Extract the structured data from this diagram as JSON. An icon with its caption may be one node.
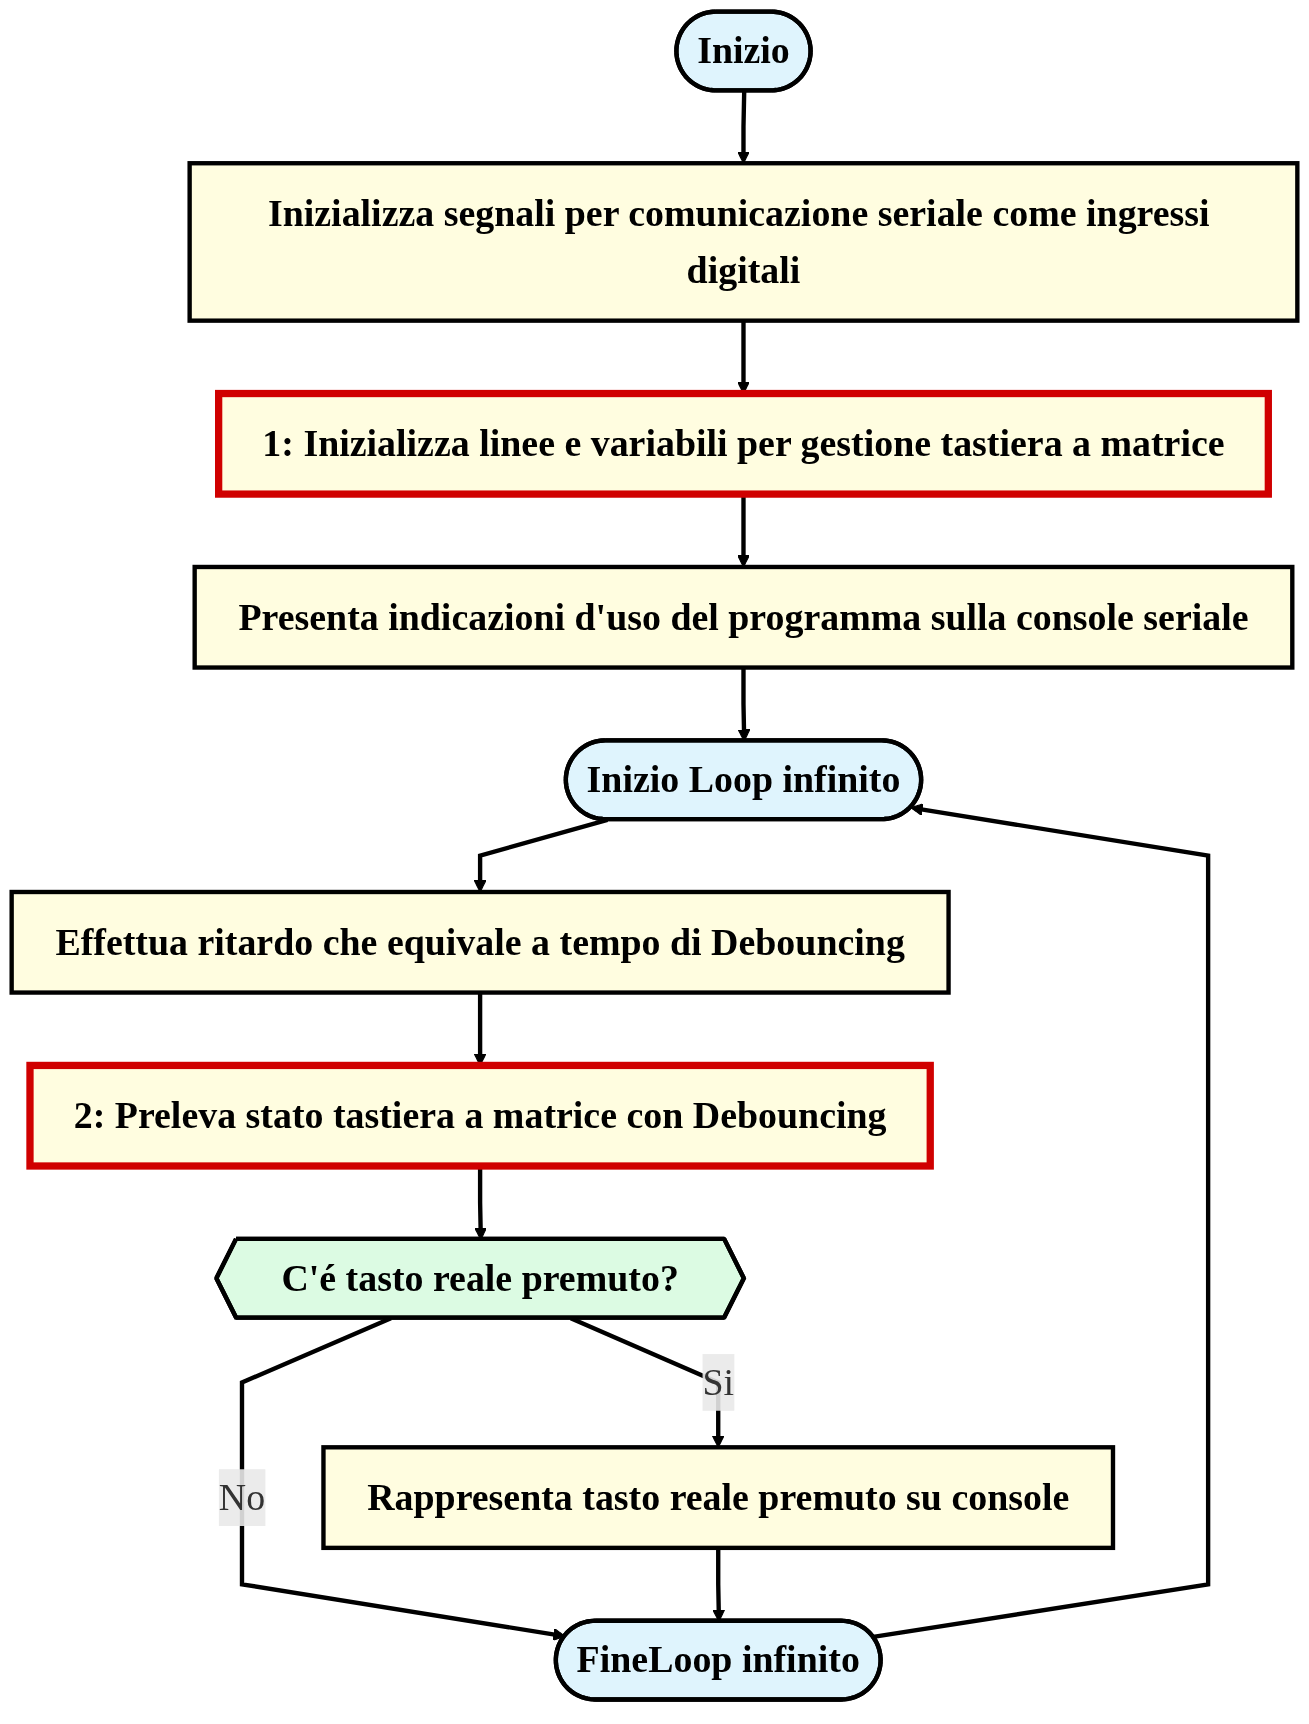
{
  "diagram": {
    "nodes": [
      {
        "text": [
          "Inizio"
        ]
      },
      {
        "text": [
          "Inizializza segnali per comunicazione seriale come ingressi digitali"
        ]
      },
      {
        "text": [
          "1: Inizializza linee e variabili per gestione tastiera a matrice"
        ]
      },
      {
        "text": [
          "Presenta indicazioni d'uso del programma sulla console seriale"
        ]
      },
      {
        "text": [
          "Inizio Loop infinito"
        ]
      },
      {
        "text": [
          "Effettua ritardo che equivale a tempo di Debouncing"
        ]
      },
      {
        "text": [
          "2: Preleva stato tastiera a matrice con Debouncing"
        ]
      },
      {
        "text": [
          "C'é tasto reale premuto?"
        ]
      },
      {
        "text": [
          "Rappresenta tasto reale premuto su console"
        ]
      },
      {
        "text": [
          "FineLoop infinito"
        ]
      }
    ],
    "edges": [
      {
        "from": 0,
        "to": 1,
        "arrow": "to"
      },
      {
        "from": 1,
        "to": 2,
        "arrow": "to"
      },
      {
        "from": 2,
        "to": 3,
        "arrow": "to"
      },
      {
        "from": 3,
        "to": 4,
        "arrow": "to"
      },
      {
        "from": 4,
        "to": 5,
        "arrow": "to"
      },
      {
        "from": 5,
        "to": 6,
        "arrow": "to"
      },
      {
        "from": 6,
        "to": 7,
        "arrow": "to"
      },
      {
        "from": 7,
        "to": 8,
        "label": "Si",
        "arrow": "to"
      },
      {
        "from": 7,
        "to": 9,
        "label": "No",
        "arrow": "to"
      },
      {
        "from": 8,
        "to": 9,
        "arrow": "to"
      },
      {
        "from": 9,
        "to": 4,
        "arrow": "to"
      }
    ]
  }
}
